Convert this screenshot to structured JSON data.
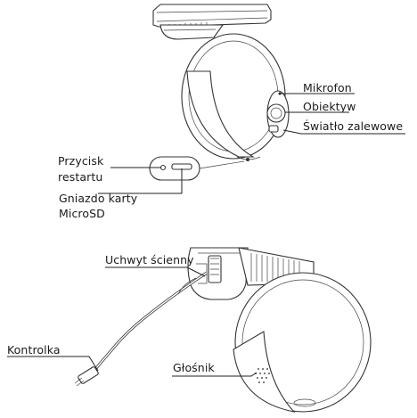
{
  "labels": {
    "microphone": "Mikrofon",
    "lens": "Obiektyw",
    "floodlight": "Światło zalewowe",
    "reset_line1": "Przycisk",
    "reset_line2": "restartu",
    "sd_line1": "Gniazdo karty",
    "sd_line2": "MicroSD",
    "wall_mount": "Uchwyt ścienny",
    "indicator": "Kontrolka",
    "speaker": "Głośnik"
  }
}
